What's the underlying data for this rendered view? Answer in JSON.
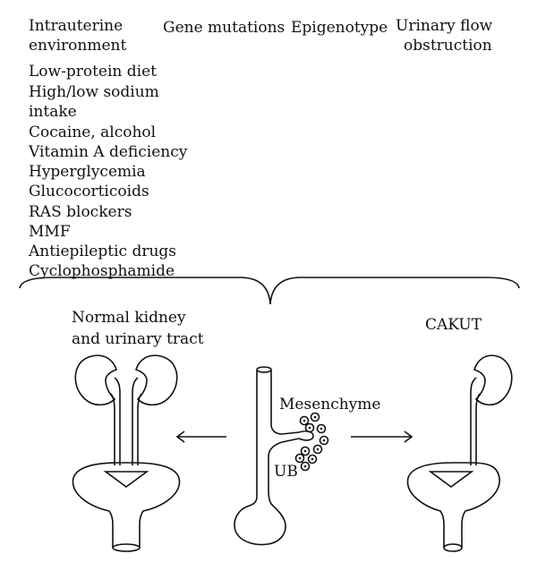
{
  "factors": {
    "intrauterine_line1": "Intrauterine",
    "intrauterine_line2": "environment",
    "gene_mutations": "Gene mutations",
    "epigenotype": "Epigenotype",
    "urinary_flow_line1": "Urinary flow",
    "urinary_flow_line2": "obstruction"
  },
  "intrauterine_items": [
    "Low-protein diet",
    "High/low sodium",
    "intake",
    "Cocaine, alcohol",
    "Vitamin A deficiency",
    "Hyperglycemia",
    "Glucocorticoids",
    "RAS blockers",
    "MMF",
    "Antiepileptic drugs",
    "Cyclophosphamide"
  ],
  "outcomes": {
    "normal_line1": "Normal kidney",
    "normal_line2": "and urinary tract",
    "cakut": "CAKUT"
  },
  "center_labels": {
    "mesenchyme": "Mesenchyme",
    "ub": "UB"
  }
}
